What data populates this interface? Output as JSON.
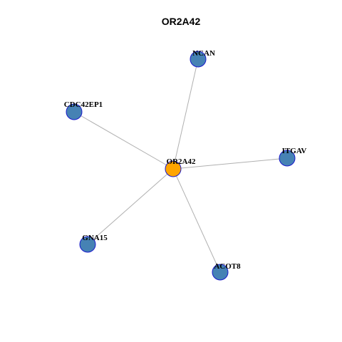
{
  "graph": {
    "title": "OR2A42",
    "center": {
      "id": "OR2A42",
      "label": "OR2A42"
    },
    "neighbors": [
      {
        "id": "NCAN",
        "label": "NCAN"
      },
      {
        "id": "CDC42EP1",
        "label": "CDC42EP1"
      },
      {
        "id": "ITGAV",
        "label": "ITGAV"
      },
      {
        "id": "GNA15",
        "label": "GNA15"
      },
      {
        "id": "ACOT8",
        "label": "ACOT8"
      }
    ],
    "colors": {
      "center_fill": "#ffa500",
      "neighbor_fill": "#4682b4",
      "node_stroke": "#1a1acc",
      "edge": "#b0b0b0"
    }
  }
}
